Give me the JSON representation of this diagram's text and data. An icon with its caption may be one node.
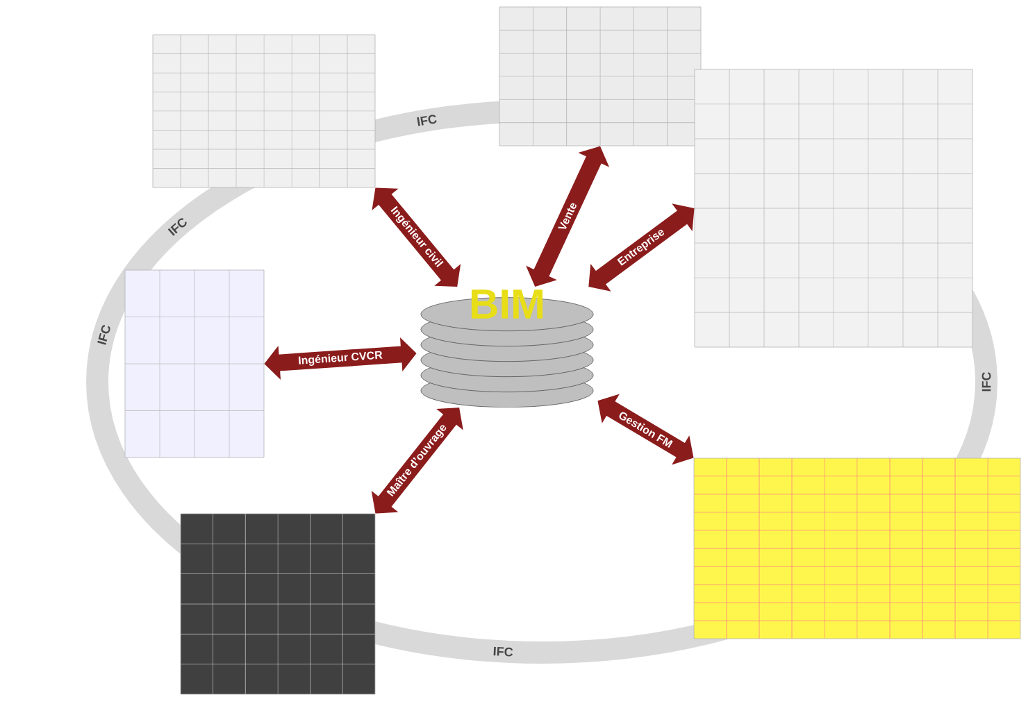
{
  "diagram": {
    "nodes": [
      {
        "text": [
          "BIM"
        ]
      },
      {
        "text": [],
        "shape": "picture"
      },
      {
        "text": [],
        "shape": "picture"
      },
      {
        "text": [],
        "shape": "picture"
      },
      {
        "text": [],
        "shape": "picture"
      },
      {
        "text": [],
        "shape": "picture"
      },
      {
        "text": [],
        "shape": "picture"
      }
    ],
    "edges": [
      {
        "from": 0,
        "to": 1,
        "arrow": "both",
        "label": "Vente"
      },
      {
        "from": 0,
        "to": 2,
        "arrow": "both",
        "label": "Ingénieur civil"
      },
      {
        "from": 0,
        "to": 3,
        "arrow": "both",
        "label": "Entreprise"
      },
      {
        "from": 0,
        "to": 4,
        "arrow": "both",
        "label": "Ingénieur CVCR"
      },
      {
        "from": 0,
        "to": 5,
        "arrow": "both",
        "label": "Maître d’ouvrage"
      },
      {
        "from": 0,
        "to": 6,
        "arrow": "both",
        "label": "Gestion FM"
      }
    ],
    "labels": [
      "IFC",
      "IFC",
      "IFC",
      "IFC",
      "IFC"
    ]
  }
}
